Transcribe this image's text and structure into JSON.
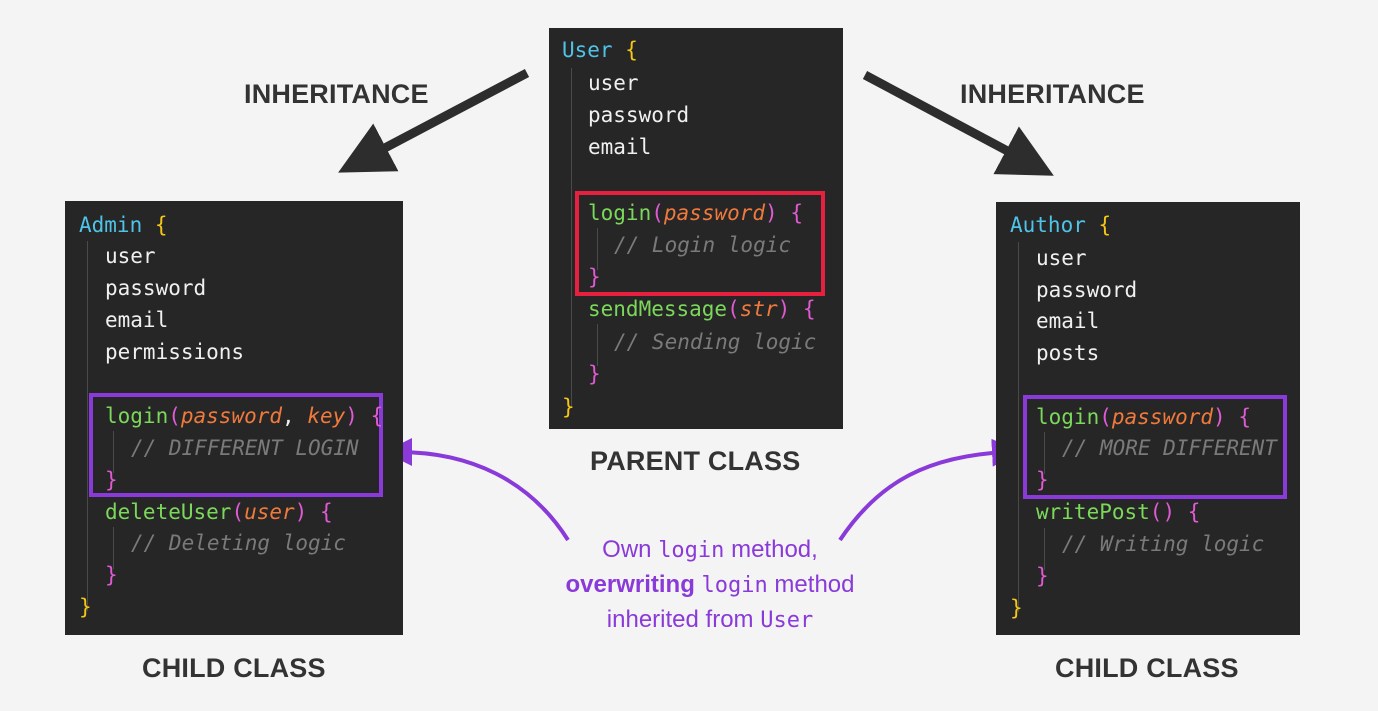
{
  "labels": {
    "inheritance_left": "INHERITANCE",
    "inheritance_right": "INHERITANCE",
    "parent_class": "PARENT CLASS",
    "child_class_left": "CHILD CLASS",
    "child_class_right": "CHILD CLASS"
  },
  "parent": {
    "class_name": "User",
    "open_brace": "{",
    "close_brace": "}",
    "fields": [
      "user",
      "password",
      "email"
    ],
    "method1": {
      "name": "login",
      "param": "password",
      "comment": "// Login logic"
    },
    "method2": {
      "name": "sendMessage",
      "param": "str",
      "comment": "// Sending logic"
    }
  },
  "admin": {
    "class_name": "Admin",
    "open_brace": "{",
    "close_brace": "}",
    "fields": [
      "user",
      "password",
      "email",
      "permissions"
    ],
    "method1": {
      "name": "login",
      "param1": "password",
      "sep": ", ",
      "param2": "key",
      "comment": "// DIFFERENT LOGIN"
    },
    "method2": {
      "name": "deleteUser",
      "param": "user",
      "comment": "// Deleting logic"
    }
  },
  "author": {
    "class_name": "Author",
    "open_brace": "{",
    "close_brace": "}",
    "fields": [
      "user",
      "password",
      "email",
      "posts"
    ],
    "method1": {
      "name": "login",
      "param": "password",
      "comment": "// MORE DIFFERENT"
    },
    "method2": {
      "name": "writePost",
      "param": "",
      "comment": "// Writing logic"
    }
  },
  "note": {
    "line1_a": "Own ",
    "line1_code": "login",
    "line1_b": " method,",
    "line2_bold": "overwriting",
    "line2_code": "login",
    "line2_b": " method",
    "line3_a": "inherited from ",
    "line3_code": "User"
  },
  "colors": {
    "background": "#f4f4f4",
    "panel": "#262626",
    "parent_highlight": "#e8203f",
    "child_highlight": "#8a3ad9",
    "note_text": "#8a3ad9",
    "arrow": "#2d2d2d"
  }
}
